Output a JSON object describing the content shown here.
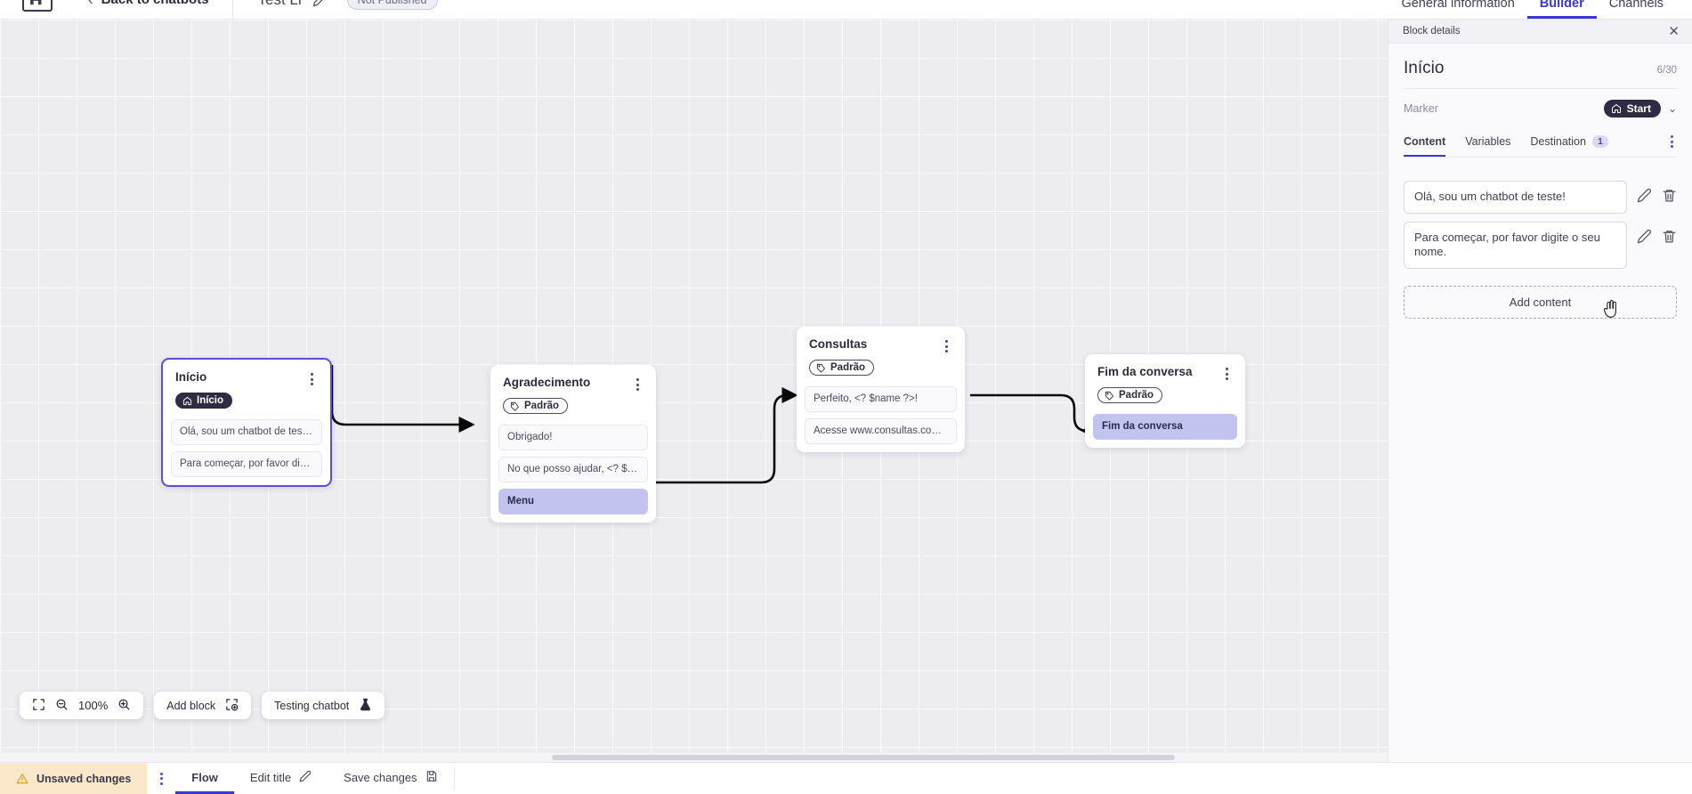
{
  "header": {
    "logo_alt": "product-logo",
    "back_label": "Back to chatbots",
    "bot_title": "Test Li",
    "publish_badge": "Not Published",
    "tabs": [
      {
        "label": "General information",
        "active": false
      },
      {
        "label": "Builder",
        "active": true
      },
      {
        "label": "Channels",
        "active": false
      }
    ]
  },
  "canvas": {
    "zoom_level": "100%",
    "add_block_label": "Add block",
    "testing_label": "Testing chatbot",
    "nodes": [
      {
        "title": "Início",
        "tag": "Início",
        "tag_type": "start",
        "selected": true,
        "messages": [
          {
            "text": "Olá, sou um chatbot de teste!",
            "accent": false
          },
          {
            "text": "Para começar, por favor digite o ...",
            "accent": false
          }
        ]
      },
      {
        "title": "Agradecimento",
        "tag": "Padrão",
        "tag_type": "default",
        "selected": false,
        "messages": [
          {
            "text": "Obrigado!",
            "accent": false
          },
          {
            "text": "No que posso ajudar, <? $name ...",
            "accent": false
          },
          {
            "text": "Menu",
            "accent": true
          }
        ]
      },
      {
        "title": "Consultas",
        "tag": "Padrão",
        "tag_type": "default",
        "selected": false,
        "messages": [
          {
            "text": "Perfeito, <? $name ?>!",
            "accent": false
          },
          {
            "text": "Acesse www.consultas.com par...",
            "accent": false
          }
        ]
      },
      {
        "title": "Fim da conversa",
        "tag": "Padrão",
        "tag_type": "default",
        "selected": false,
        "messages": [
          {
            "text": "Fim da conversa",
            "accent": true
          }
        ]
      }
    ]
  },
  "panel": {
    "header_label": "Block details",
    "block_title": "Início",
    "counter": "6/30",
    "marker_label": "Marker",
    "marker_value": "Start",
    "tabs": [
      {
        "label": "Content",
        "active": true,
        "count": null
      },
      {
        "label": "Variables",
        "active": false,
        "count": null
      },
      {
        "label": "Destination",
        "active": false,
        "count": "1"
      }
    ],
    "contents": [
      {
        "text": "Olá, sou um chatbot de teste!"
      },
      {
        "text": "Para começar, por favor digite o seu nome."
      }
    ],
    "add_content_label": "Add content"
  },
  "footer": {
    "unsaved_label": "Unsaved changes",
    "tabs": [
      {
        "label": "Flow",
        "active": true,
        "icon": null
      },
      {
        "label": "Edit title",
        "active": false,
        "icon": "pencil-icon"
      },
      {
        "label": "Save changes",
        "active": false,
        "icon": "save-icon"
      }
    ]
  },
  "colors": {
    "accent": "#3b37d4",
    "selected_node_border": "#5b4fd6",
    "accent_message_bg": "#c3c3ef",
    "unsaved_bg": "#fbe8cb",
    "dark_pill": "#2e2b42"
  }
}
